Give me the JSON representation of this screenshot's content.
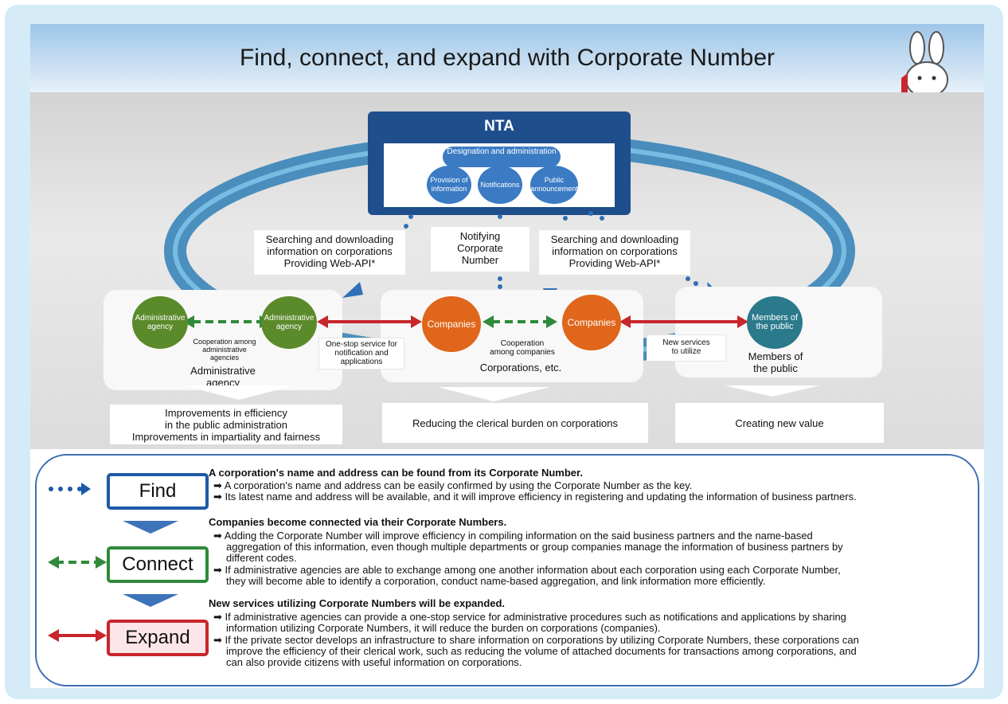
{
  "title": "Find, connect, and expand with Corporate Number",
  "mascot_icon": "rabbit-mascot-icon",
  "nta": {
    "title": "NTA",
    "designation": "Designation and administration",
    "provision": "Provision of information",
    "notifications": "Notifications",
    "public": "Public announcement"
  },
  "callouts": {
    "left": [
      "Searching and downloading",
      "information on corporations",
      "Providing Web-API*"
    ],
    "center": [
      "Notifying",
      "Corporate",
      "Number"
    ],
    "right": [
      "Searching and downloading",
      "information on corporations",
      "Providing Web-API*"
    ]
  },
  "nodes": {
    "admin1": "Administrative agency",
    "admin2": "Administrative agency",
    "company1": "Companies",
    "company2": "Companies",
    "public": "Members of the public"
  },
  "edge_labels": {
    "coop_admin": [
      "Cooperation among",
      "administrative",
      "agencies"
    ],
    "one_stop": [
      "One-stop service for",
      "notification and",
      "applications"
    ],
    "coop_companies": [
      "Cooperation",
      "among companies"
    ],
    "new_services": [
      "New services",
      "to utilize"
    ]
  },
  "group_labels": {
    "admin": [
      "Administrative",
      "agency"
    ],
    "corporations": "Corporations, etc.",
    "public": [
      "Members of",
      "the public"
    ]
  },
  "results": {
    "admin": [
      "Improvements in efficiency",
      "in the public administration",
      "Improvements in impartiality and fairness"
    ],
    "corp": "Reducing the clerical burden on corporations",
    "public": "Creating new value"
  },
  "legend": {
    "find": "Find",
    "connect": "Connect",
    "expand": "Expand"
  },
  "colors": {
    "find": "#1d5aa6",
    "connect": "#2f8a3a",
    "expand": "#c8262c",
    "green_node": "#5b8a2a",
    "orange_node": "#e0661b",
    "teal_node": "#2a7a8c"
  },
  "sections": {
    "find": {
      "heading": "A corporation's name and address can be found from its Corporate Number.",
      "lines": [
        "➡ A corporation's name and address can be easily confirmed by using the Corporate Number as the key.",
        "➡ Its latest name and address will be available, and it will improve efficiency in registering and updating the information of business partners."
      ]
    },
    "connect": {
      "heading": "Companies become connected via their Corporate Numbers.",
      "lines": [
        "➡ Adding the Corporate Number will improve efficiency in compiling information on the said business partners and the name-based",
        "aggregation of this information, even though multiple departments or group companies manage the information of business partners by",
        "different codes.",
        "➡ If administrative agencies are able to exchange among one another information about each corporation using each Corporate Number,",
        "they will become able to identify a corporation, conduct name-based aggregation, and link information more efficiently."
      ]
    },
    "expand": {
      "heading": "New services utilizing Corporate Numbers will be expanded.",
      "lines": [
        "➡ If administrative agencies can provide a one-stop service for administrative procedures such as notifications and applications by sharing",
        "information utilizing Corporate Numbers, it will reduce the burden on corporations (companies).",
        "➡ If the private sector develops an infrastructure to share information on corporations by utilizing Corporate Numbers, these corporations can",
        "improve the efficiency of their clerical work, such as reducing the volume of attached documents for transactions among corporations, and",
        "can also provide citizens with useful information on corporations."
      ]
    }
  }
}
